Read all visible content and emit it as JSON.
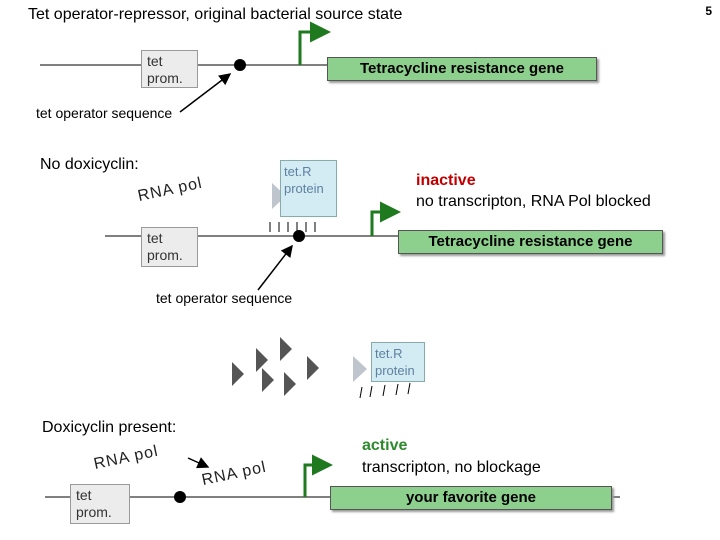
{
  "title": "Tet operator-repressor, original bacterial source state",
  "slide_number": "5",
  "panel1": {
    "tet_prom": "tet\nprom.",
    "gene": "Tetracycline resistance gene",
    "operator": "tet operator sequence"
  },
  "panel2": {
    "heading": "No doxicyclin:",
    "rna_pol": "RNA pol",
    "tetR": "tet.R\nprotein",
    "status": "inactive",
    "status_detail": "no transcripton, RNA Pol blocked",
    "tet_prom": "tet\nprom.",
    "gene": "Tetracycline resistance gene",
    "operator": "tet operator sequence"
  },
  "panel3": {
    "tetR": "tet.R\nprotein",
    "heading": "Doxicyclin present:",
    "rna_pol_left": "RNA pol",
    "rna_pol_right": "RNA pol",
    "tet_prom": "tet\nprom.",
    "status": "active",
    "status_detail": "transcripton, no blockage",
    "gene": "your favorite gene"
  },
  "colors": {
    "gene_box": "#8dd08d",
    "promoter_arrow": "#1f7a1f",
    "tetR_box": "#d3ecf4",
    "inactive": "#c00000",
    "active": "#2d8a2d"
  }
}
